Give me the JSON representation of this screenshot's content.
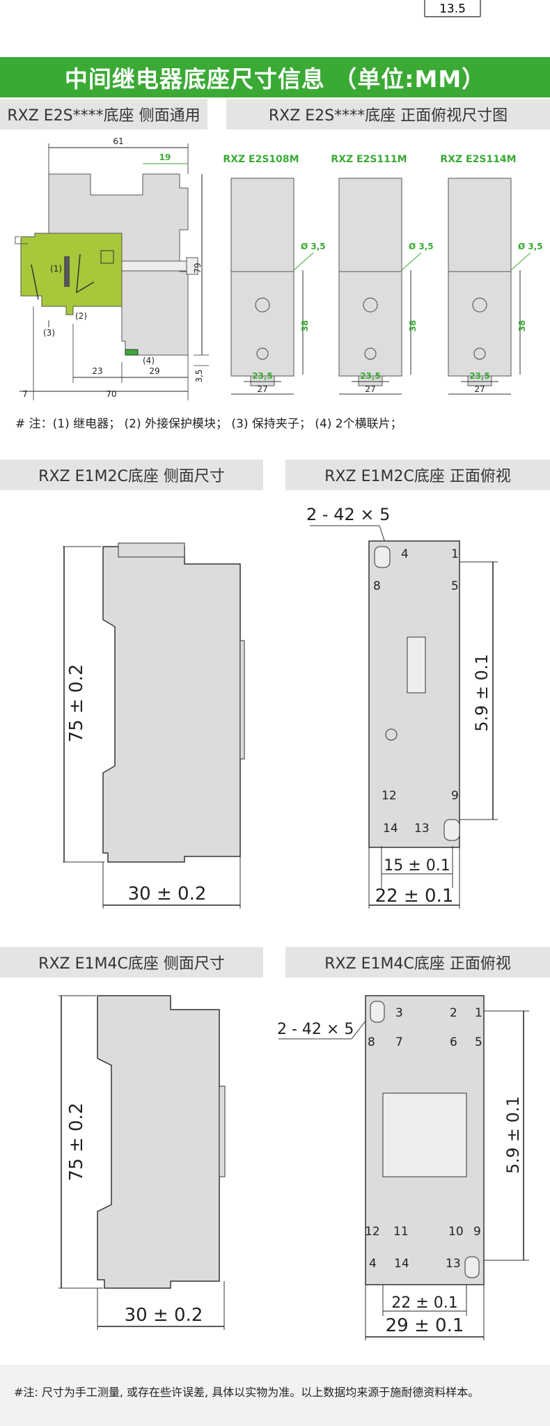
{
  "top_dim": "13.5",
  "banner_title": "中间继电器底座尺寸信息  （单位:MM）",
  "section1": {
    "left_header": "RXZ E2S****底座 侧面通用",
    "right_header": "RXZ E2S****底座 正面俯视尺寸图",
    "models": [
      "RXZ E2S108M",
      "RXZ E2S111M",
      "RXZ E2S114M"
    ],
    "side_dims": {
      "total_width": "61",
      "top_right": "19",
      "height": "79",
      "d23": "23",
      "d29": "29",
      "d70": "70",
      "d7": "7",
      "d3_5": "3,5",
      "part1": "(1)",
      "part2": "(2)",
      "part3": "(3)",
      "part4": "(4)"
    },
    "front_dims": {
      "hole": "Ø 3,5",
      "h38": "38",
      "w23_5": "23,5",
      "w27": "27"
    },
    "note": "# 注：(1) 继电器；  (2) 外接保护模块；  (3) 保持夹子；   (4) 2个横联片；"
  },
  "section2": {
    "left_header": "RXZ E1M2C底座 侧面尺寸",
    "right_header": "RXZ E1M2C底座 正面俯视",
    "height_dim": "75 ± 0.2",
    "width_dim": "30 ± 0.2",
    "slot_dim": "2 - 42 × 5",
    "pitch_dim": "5.9 ± 0.1",
    "inner_dim": "15 ± 0.1",
    "outer_dim": "22 ± 0.1",
    "pins": [
      "4",
      "1",
      "8",
      "5",
      "12",
      "9",
      "14",
      "13"
    ]
  },
  "section3": {
    "left_header": "RXZ E1M4C底座 侧面尺寸",
    "right_header": "RXZ E1M4C底座 正面俯视",
    "height_dim": "75 ± 0.2",
    "width_dim": "30 ± 0.2",
    "slot_dim": "2 - 42 × 5",
    "pitch_dim": "5.9 ± 0.1",
    "inner_dim": "22 ± 0.1",
    "outer_dim": "29 ± 0.1",
    "pins": [
      "3",
      "2",
      "1",
      "8",
      "7",
      "6",
      "5",
      "12",
      "11",
      "10",
      "9",
      "4",
      "14",
      "13"
    ]
  },
  "footer_note": "#注: 尺寸为手工测量, 或存在些许误差, 具体以实物为准。以上数据均来源于施耐德资料样本。"
}
